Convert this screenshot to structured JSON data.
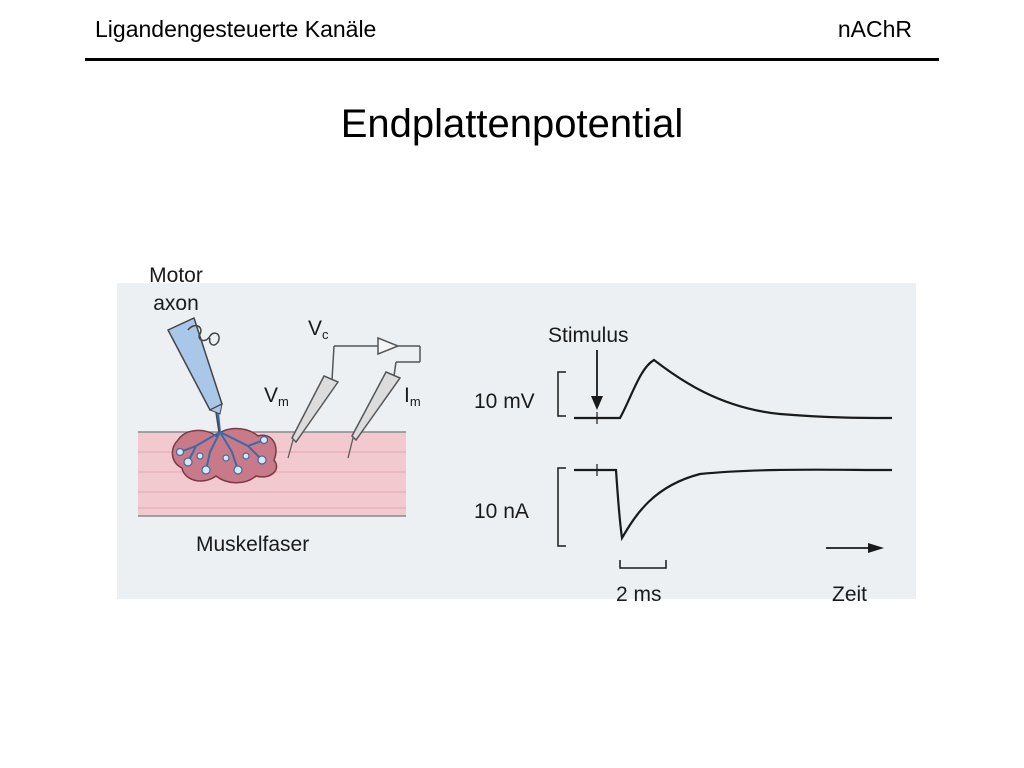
{
  "header": {
    "left": "Ligandengesteuerte Kanäle",
    "right": "nAChR"
  },
  "title": "Endplattenpotential",
  "figure": {
    "motor_axon": [
      "Motor",
      "axon"
    ],
    "vc": {
      "main": "V",
      "sub": "c"
    },
    "vm": {
      "main": "V",
      "sub": "m"
    },
    "im": {
      "main": "I",
      "sub": "m"
    },
    "muscle_fiber": "Muskelfaser",
    "stimulus": "Stimulus",
    "voltage_scale": "10 mV",
    "current_scale": "10 nA",
    "time_scale": "2 ms",
    "time_axis": "Zeit"
  },
  "colors": {
    "figure_bg": "#ecf0f3",
    "muscle": "#f1c9ce",
    "endplate": "#c97a88",
    "axon": "#a9c7e8",
    "trace": "#1a1a1a"
  }
}
